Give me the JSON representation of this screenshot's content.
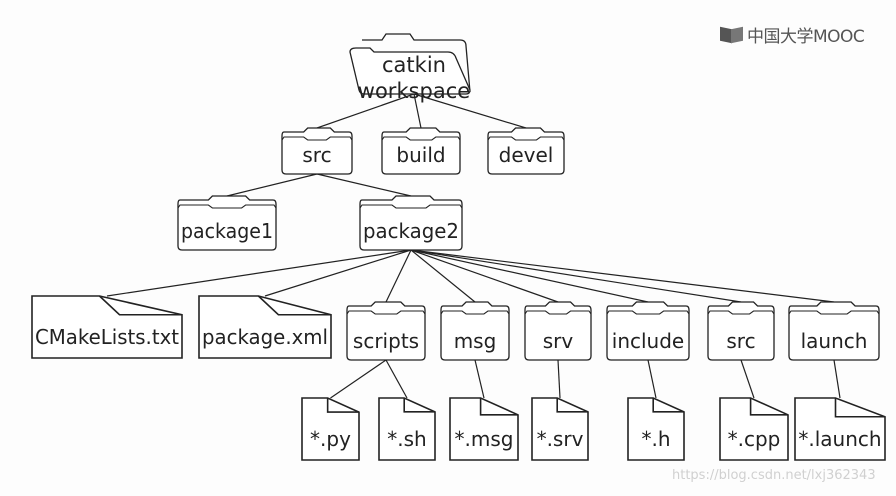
{
  "logo": {
    "text": "中国大学MOOC"
  },
  "watermark": "https://blog.csdn.net/lxj362343",
  "tree": {
    "root": {
      "label_lines": [
        "catkin",
        "workspace"
      ],
      "type": "folder"
    },
    "level1": [
      {
        "id": "src",
        "label": "src",
        "type": "folder"
      },
      {
        "id": "build",
        "label": "build",
        "type": "folder"
      },
      {
        "id": "devel",
        "label": "devel",
        "type": "folder"
      }
    ],
    "level2": [
      {
        "id": "package1",
        "label": "package1",
        "type": "folder",
        "parent": "src"
      },
      {
        "id": "package2",
        "label": "package2",
        "type": "folder",
        "parent": "src"
      }
    ],
    "level3": [
      {
        "id": "cmakelists",
        "label": "CMakeLists.txt",
        "type": "file",
        "parent": "package2"
      },
      {
        "id": "packagexml",
        "label": "package.xml",
        "type": "file",
        "parent": "package2"
      },
      {
        "id": "scripts",
        "label": "scripts",
        "type": "folder",
        "parent": "package2"
      },
      {
        "id": "msg",
        "label": "msg",
        "type": "folder",
        "parent": "package2"
      },
      {
        "id": "srv",
        "label": "srv",
        "type": "folder",
        "parent": "package2"
      },
      {
        "id": "include",
        "label": "include",
        "type": "folder",
        "parent": "package2"
      },
      {
        "id": "src2",
        "label": "src",
        "type": "folder",
        "parent": "package2"
      },
      {
        "id": "launch",
        "label": "launch",
        "type": "folder",
        "parent": "package2"
      }
    ],
    "level4": [
      {
        "id": "py",
        "label": "*.py",
        "type": "file",
        "parent": "scripts"
      },
      {
        "id": "sh",
        "label": "*.sh",
        "type": "file",
        "parent": "scripts"
      },
      {
        "id": "msgf",
        "label": "*.msg",
        "type": "file",
        "parent": "msg"
      },
      {
        "id": "srvf",
        "label": "*.srv",
        "type": "file",
        "parent": "srv"
      },
      {
        "id": "h",
        "label": "*.h",
        "type": "file",
        "parent": "include"
      },
      {
        "id": "cpp",
        "label": "*.cpp",
        "type": "file",
        "parent": "src2"
      },
      {
        "id": "launchf",
        "label": "*.launch",
        "type": "file",
        "parent": "launch"
      }
    ]
  }
}
